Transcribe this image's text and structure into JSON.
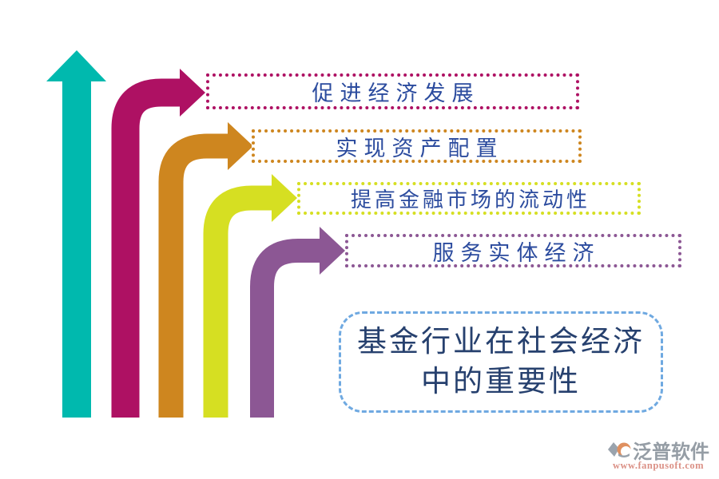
{
  "diagram": {
    "axis_color": "#00B9AE",
    "items": [
      {
        "label": "促进经济发展",
        "color": "#AE1163"
      },
      {
        "label": "实现资产配置",
        "color": "#CE861F"
      },
      {
        "label": "提高金融市场的流动性",
        "color": "#D6DF22"
      },
      {
        "label": "服务实体经济",
        "color": "#8C5794"
      }
    ],
    "label_text_color": "#2B4B9E",
    "title": {
      "line1": "基金行业在社会经济",
      "line2": "中的重要性",
      "text_color": "#26406E",
      "border_color": "#6FA9E1"
    }
  },
  "watermark": {
    "brand": "泛普软件",
    "url": "www.fanpusoft.com",
    "brand_color": "#959DA5",
    "url_color": "#DB9186",
    "icon": "fanpu-logo-icon"
  }
}
